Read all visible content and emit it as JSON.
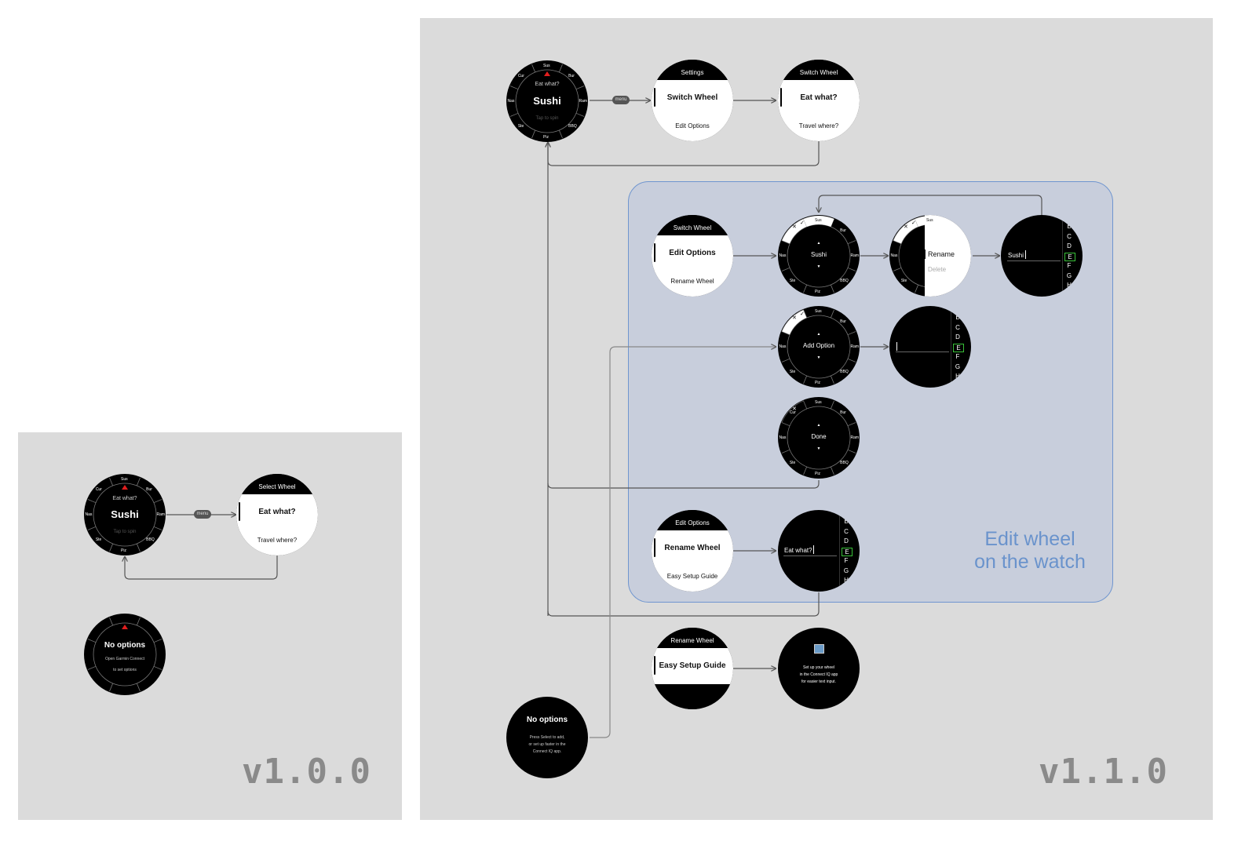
{
  "panels": {
    "v100_label": "v1.0.0",
    "v110_label": "v1.1.0",
    "edit_region_label_line1": "Edit wheel",
    "edit_region_label_line2": "on the watch"
  },
  "ring_labels": [
    "Sus",
    "Bur",
    "Ram",
    "BBQ",
    "Piz",
    "Ste",
    "Nas",
    "Cur"
  ],
  "v100": {
    "spin": {
      "prompt": "Eat what?",
      "value": "Sushi",
      "hint": "Tap to spin"
    },
    "menu_pill": "menu",
    "select_wheel": {
      "top": "Select Wheel",
      "mid": "Eat what?",
      "bot": "Travel where?"
    },
    "no_options": {
      "title": "No options",
      "line1": "Open Garmin Connect",
      "line2": "to set options"
    }
  },
  "v110": {
    "spin": {
      "prompt": "Eat what?",
      "value": "Sushi",
      "hint": "Tap to spin"
    },
    "menu_pill": "menu",
    "settings": {
      "top": "Settings",
      "mid": "Switch Wheel",
      "bot": "Edit Options"
    },
    "switch_wheel": {
      "top": "Switch Wheel",
      "mid": "Eat what?",
      "bot": "Travel where?"
    },
    "edit_options_menu": {
      "top": "Switch Wheel",
      "mid": "Edit Options",
      "bot": "Rename Wheel"
    },
    "edit_sushi": {
      "label": "Sushi"
    },
    "rename_delete": {
      "rename": "Rename",
      "delete": "Delete"
    },
    "text_entry_sushi": {
      "value": "Sushi"
    },
    "add_option": {
      "label": "Add Option"
    },
    "done": {
      "label": "Done"
    },
    "rename_wheel_menu": {
      "top": "Edit Options",
      "mid": "Rename Wheel",
      "bot": "Easy Setup Guide"
    },
    "text_entry_wheel": {
      "value": "Eat what?"
    },
    "easy_setup_menu": {
      "top": "Rename Wheel",
      "mid": "Easy Setup Guide"
    },
    "setup_guide": {
      "line1": "Set up your wheel",
      "line2": "in the Connect IQ app",
      "line3": "for easier text input."
    },
    "no_options": {
      "title": "No options",
      "line1": "Press Select to add,",
      "line2": "or set up faster in the",
      "line3": "Connect IQ app."
    }
  },
  "keyboard_letters": [
    "B",
    "C",
    "D",
    "E",
    "F",
    "G",
    "H"
  ],
  "keyboard_selected": "E"
}
